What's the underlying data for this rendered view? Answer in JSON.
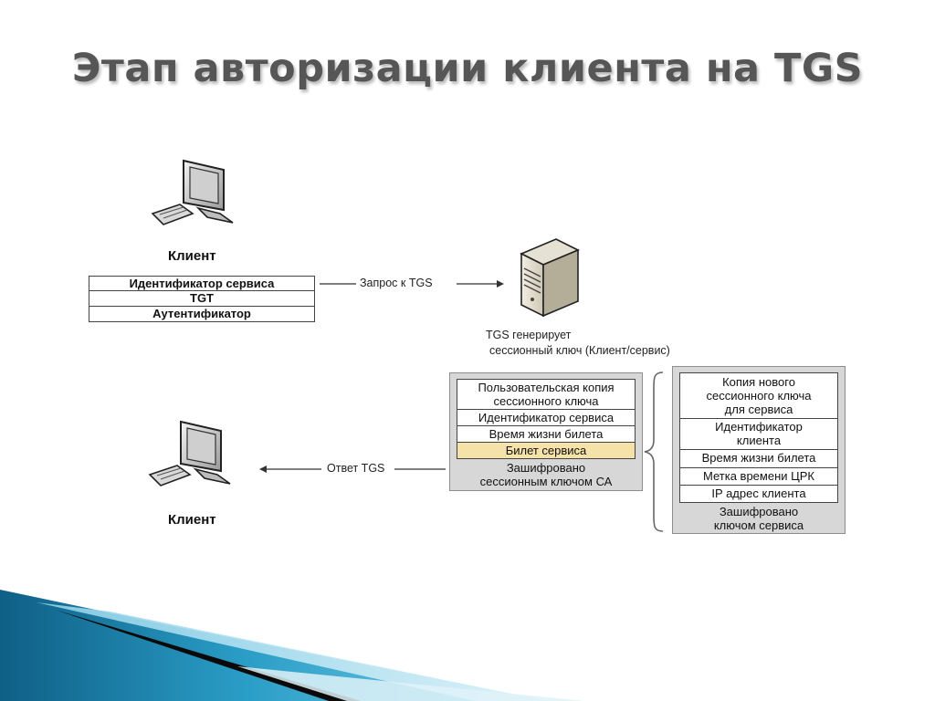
{
  "slide": {
    "title": "Этап авторизации клиента на TGS"
  },
  "client_top": {
    "label": "Клиент",
    "fields": [
      "Идентификатор  сервиса",
      "TGT",
      "Аутентификатор"
    ]
  },
  "arrows": {
    "request_label": "Запрос к TGS",
    "reply_label": "Ответ TGS"
  },
  "server": {
    "caption_line1": "TGS генерирует",
    "caption_line2": "сессионный ключ (Клиент/сервис)"
  },
  "tgs_reply": {
    "rows": [
      {
        "text": "Пользовательская копия\nсессионного ключа",
        "highlight": false
      },
      {
        "text": "Идентификатор сервиса",
        "highlight": false
      },
      {
        "text": "Время жизни билета",
        "highlight": false
      },
      {
        "text": "Билет сервиса",
        "highlight": true
      }
    ],
    "footer_line1": "Зашифровано",
    "footer_line2": "сессионным ключом СА"
  },
  "service_ticket": {
    "rows": [
      {
        "line1": "Копия нового",
        "line2": "сессионного ключа",
        "line3": "для сервиса"
      },
      {
        "line1": "Идентификатор",
        "line2": "клиента"
      },
      {
        "line1": "Время жизни билета"
      },
      {
        "line1": "Метка времени ЦРК"
      },
      {
        "line1": "IP адрес клиента"
      }
    ],
    "footer_line1": "Зашифровано",
    "footer_line2": "ключом сервиса"
  },
  "client_bottom": {
    "label": "Клиент"
  },
  "colors": {
    "title": "#565656",
    "highlight_row": "#f5e2a8",
    "packet_bg": "#d7d7d7",
    "ribbon_dark": "#0f5f86",
    "ribbon_light": "#bfe6f4"
  },
  "icons": [
    "computer-icon",
    "server-icon",
    "brace-icon",
    "arrow-right-icon",
    "arrow-left-icon"
  ]
}
